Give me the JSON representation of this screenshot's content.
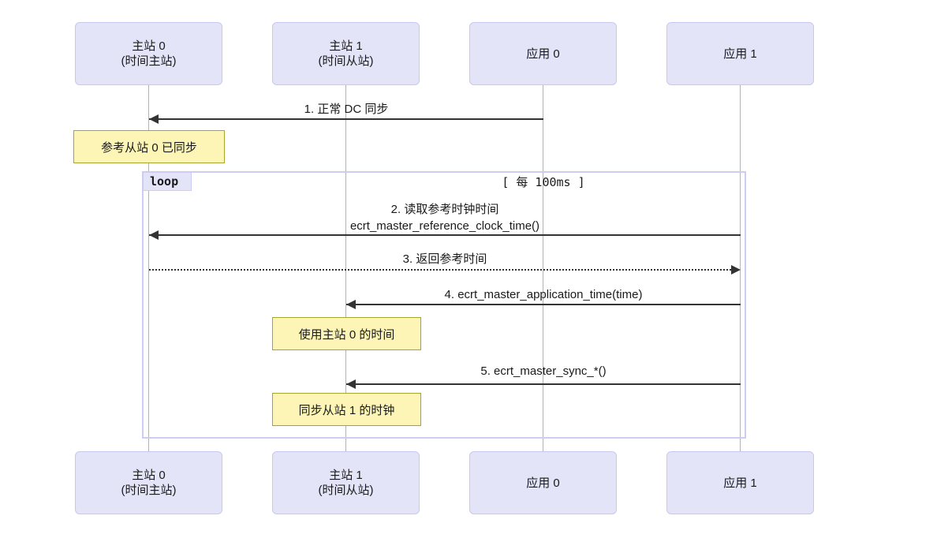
{
  "diagram": {
    "type": "sequence-diagram",
    "background": "#ffffff",
    "colors": {
      "participant_fill": "#e4e4f9",
      "participant_border": "#c8c8ee",
      "lifeline": "#b3b3b3",
      "arrow": "#333333",
      "note_fill": "#fcf5b6",
      "note_border": "#a5a531",
      "fragment_border": "#cdcdf4"
    }
  },
  "participants": [
    {
      "id": "master0",
      "name": "主站 0",
      "sub": "(时间主站)"
    },
    {
      "id": "master1",
      "name": "主站 1",
      "sub": "(时间从站)"
    },
    {
      "id": "app0",
      "name": "应用 0",
      "sub": ""
    },
    {
      "id": "app1",
      "name": "应用 1",
      "sub": ""
    }
  ],
  "fragment": {
    "kind": "loop",
    "label": "loop",
    "condition": "[ 每 100ms ]"
  },
  "messages": [
    {
      "number": "1",
      "label": "1. 正常 DC 同步",
      "from": "app0",
      "to": "master0",
      "style": "solid",
      "direction": "left"
    },
    {
      "number": "2",
      "label_line1": "2. 读取参考时钟时间",
      "label_line2": "ecrt_master_reference_clock_time()",
      "from": "app1",
      "to": "master0",
      "style": "solid",
      "direction": "left"
    },
    {
      "number": "3",
      "label": "3. 返回参考时间",
      "from": "master0",
      "to": "app1",
      "style": "dashed",
      "direction": "right"
    },
    {
      "number": "4",
      "label": "4. ecrt_master_application_time(time)",
      "from": "app1",
      "to": "master1",
      "style": "solid",
      "direction": "left"
    },
    {
      "number": "5",
      "label": "5. ecrt_master_sync_*()",
      "from": "app1",
      "to": "master1",
      "style": "solid",
      "direction": "left"
    }
  ],
  "notes": [
    {
      "id": "note1",
      "text": "参考从站 0 已同步",
      "over": "master0"
    },
    {
      "id": "note2",
      "text": "使用主站 0 的时间",
      "over": "master1"
    },
    {
      "id": "note3",
      "text": "同步从站 1 的时钟",
      "over": "master1"
    }
  ]
}
